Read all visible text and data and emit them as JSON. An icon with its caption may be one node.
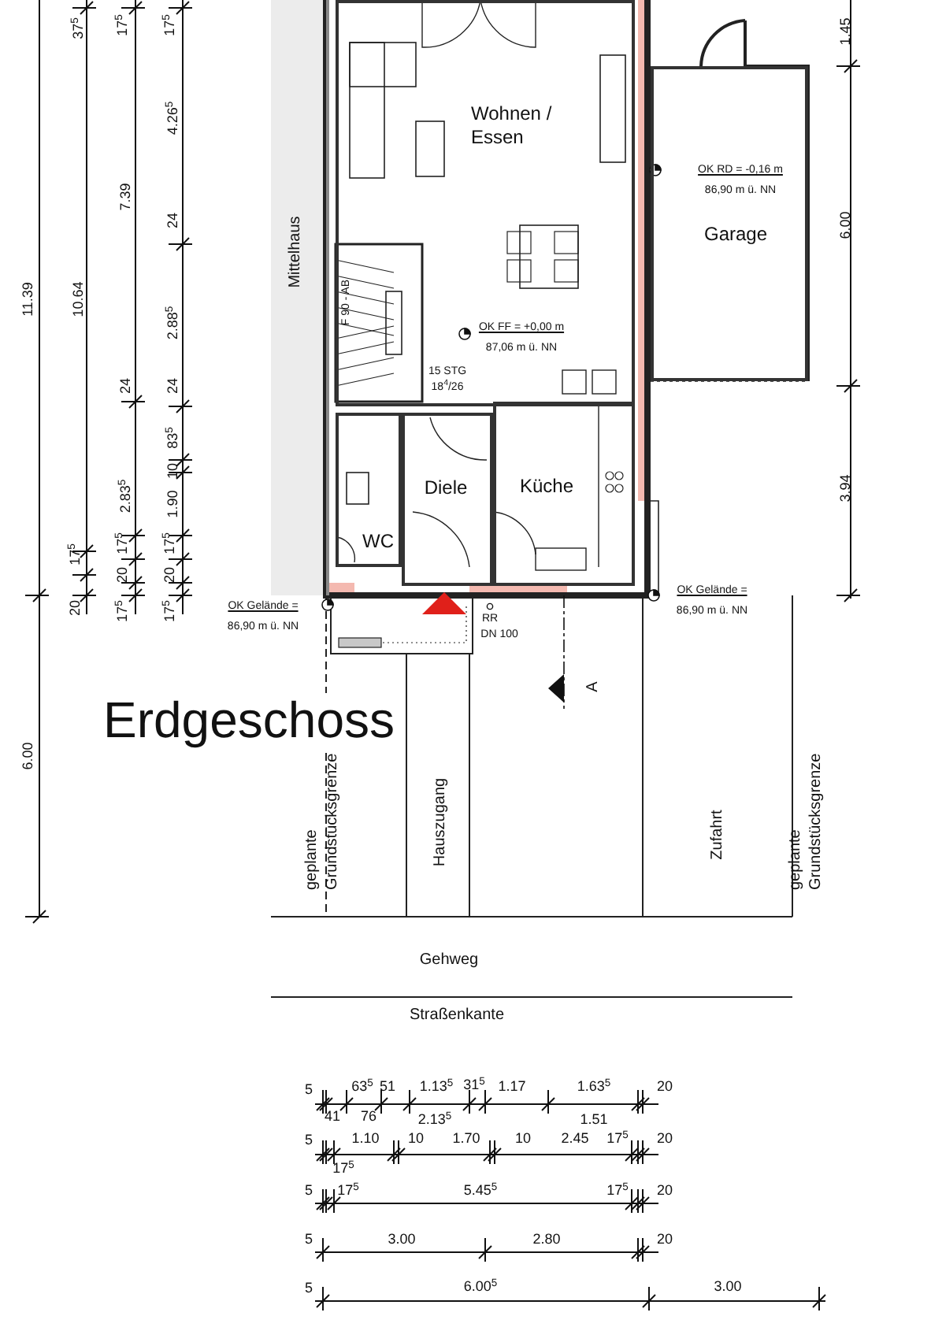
{
  "diagram": {
    "nodes": [
      {
        "text": [
          "Mittelhaus"
        ]
      },
      {
        "text": [
          "Wohnen / Essen"
        ]
      },
      {
        "text": [
          "Diele"
        ]
      },
      {
        "text": [
          "Küche"
        ]
      },
      {
        "text": [
          "WC"
        ]
      },
      {
        "text": [
          "Garage"
        ]
      }
    ],
    "labels": [
      "11.39",
      "6.00",
      "37$^{5}$",
      "10.64",
      "17$^{5}$",
      "20",
      "17$^{5}$",
      "7.39",
      "24",
      "2.83$^{5}$",
      "17$^{5}$",
      "20",
      "17$^{5}$",
      "17$^{5}$",
      "4.26$^{5}$",
      "24",
      "2.88$^{5}$",
      "24",
      "83$^{5}$",
      "10",
      "1.90",
      "17$^{5}$",
      "20",
      "17$^{5}$",
      "F 90 - AB",
      "OK FF = +0,00 m",
      "87,06 m ü. NN",
      "15 STG",
      "18$^{4}$/26",
      "OK RD = -0,16 m",
      "86,90 m ü. NN",
      "OK Gelände =",
      "86,90 m ü. NN",
      "OK Gelände =",
      "86,90 m ü. NN",
      "RR",
      "DN 100",
      "A",
      "Erdgeschoss",
      "geplante Grundstücksgrenze",
      "Hauszugang",
      "Zufahrt",
      "geplante Grundstücksgrenze",
      "Gehweg",
      "Straßenkante",
      "1.45",
      "6.00",
      "3.94",
      "5",
      "63$^{5}$",
      "51",
      "1.13$^{5}$",
      "31$^{5}$",
      "1.17",
      "1.63$^{5}$",
      "20",
      "41",
      "76",
      "2.13$^{5}$",
      "1.51",
      "5",
      "1.10",
      "10",
      "1.70",
      "10",
      "2.45",
      "17$^{5}$",
      "20",
      "17$^{5}$",
      "5",
      "17$^{5}$",
      "5.45$^{5}$",
      "17$^{5}$",
      "20",
      "5",
      "3.00",
      "2.80",
      "20",
      "5",
      "6.00$^{5}$",
      "3.00"
    ]
  }
}
